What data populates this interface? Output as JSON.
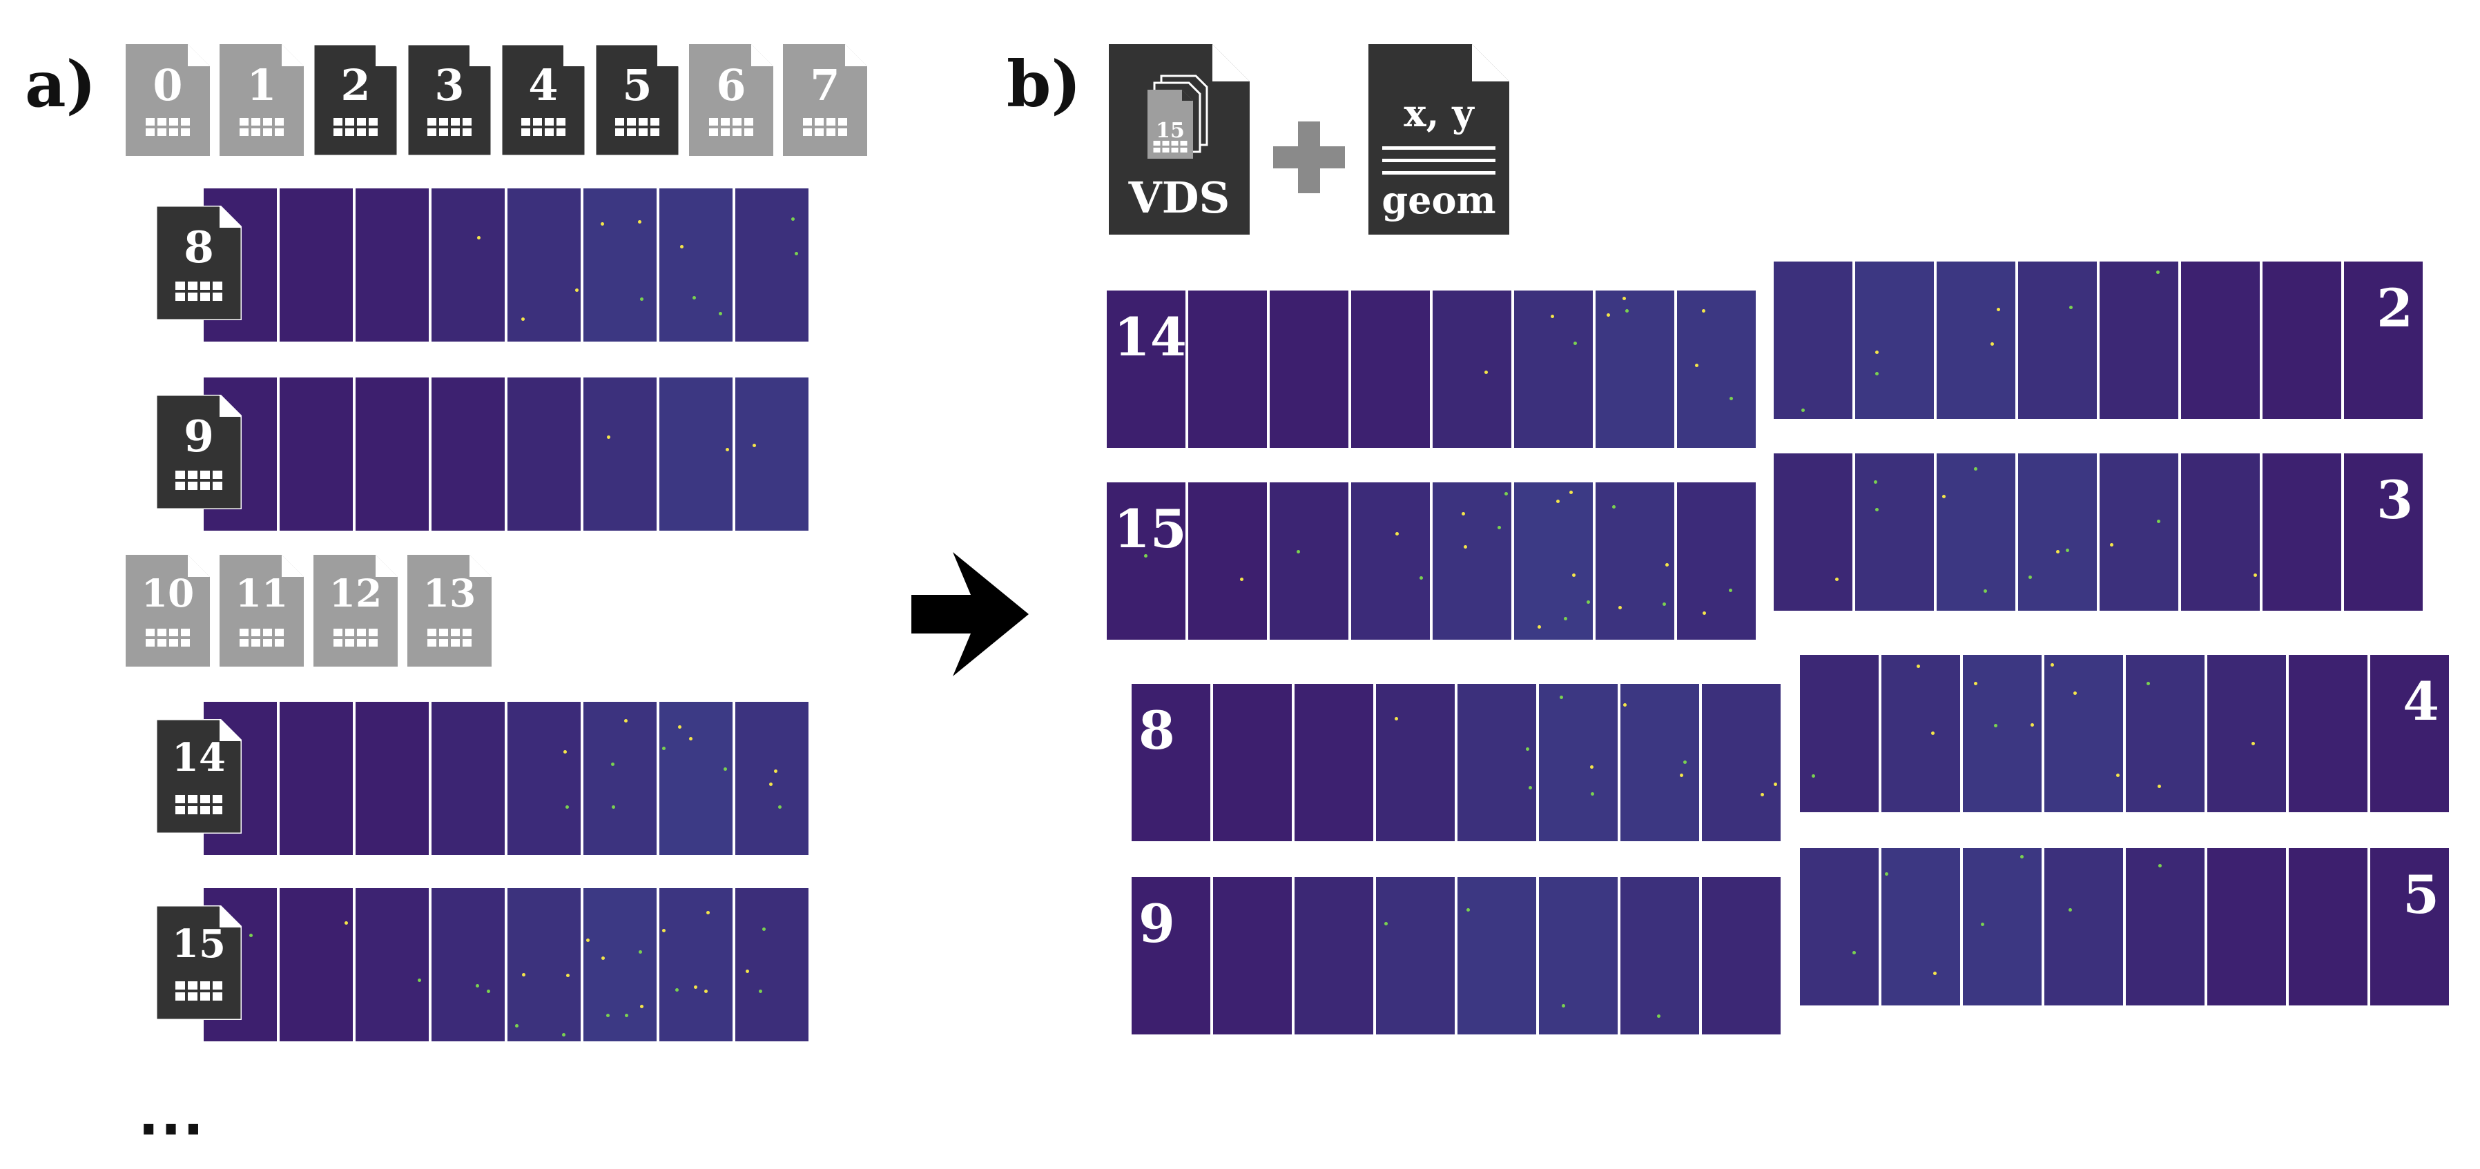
{
  "panel_a": {
    "label": "a)",
    "top_files": [
      {
        "label": "0",
        "style": "light"
      },
      {
        "label": "1",
        "style": "light"
      },
      {
        "label": "2",
        "style": "dark"
      },
      {
        "label": "3",
        "style": "dark"
      },
      {
        "label": "4",
        "style": "dark"
      },
      {
        "label": "5",
        "style": "dark"
      },
      {
        "label": "6",
        "style": "light"
      },
      {
        "label": "7",
        "style": "light"
      }
    ],
    "mid_files": [
      {
        "label": "10",
        "style": "light"
      },
      {
        "label": "11",
        "style": "light"
      },
      {
        "label": "12",
        "style": "light"
      },
      {
        "label": "13",
        "style": "light"
      }
    ],
    "module_files": [
      {
        "label": "8"
      },
      {
        "label": "9"
      },
      {
        "label": "14"
      },
      {
        "label": "15"
      }
    ],
    "ellipsis": "..."
  },
  "panel_b": {
    "label": "b)",
    "vds_file": {
      "inner_number": "15",
      "label": "VDS"
    },
    "plus_icon": "plus-icon",
    "geom_file": {
      "coords": "x, y",
      "label": "geom"
    },
    "modules": [
      {
        "label": "14"
      },
      {
        "label": "2"
      },
      {
        "label": "15"
      },
      {
        "label": "3"
      },
      {
        "label": "8"
      },
      {
        "label": "4"
      },
      {
        "label": "9"
      },
      {
        "label": "5"
      }
    ]
  },
  "arrow_icon": "right-arrow-icon",
  "colors": {
    "detector_bg": "#3d1f6e",
    "detector_glow": "#3b4a9a",
    "file_dark": "#333333",
    "file_light": "#9e9e9e",
    "peak_yellow": "#f4e54a",
    "peak_green": "#7ad151"
  }
}
